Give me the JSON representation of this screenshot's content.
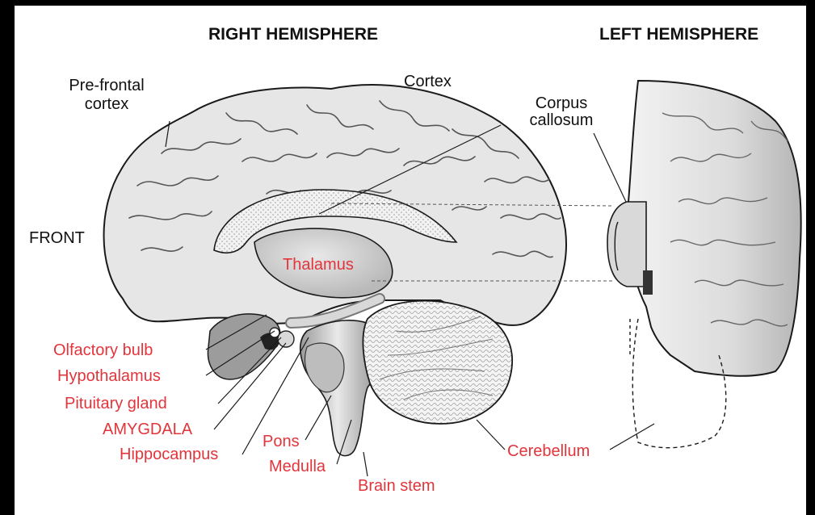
{
  "headers": {
    "right_hemisphere": "RIGHT HEMISPHERE",
    "left_hemisphere": "LEFT HEMISPHERE"
  },
  "labels": {
    "prefrontal_line1": "Pre-frontal",
    "prefrontal_line2": "cortex",
    "cortex": "Cortex",
    "corpus_line1": "Corpus",
    "corpus_line2": "callosum",
    "front": "FRONT",
    "thalamus": "Thalamus",
    "olfactory_bulb": "Olfactory bulb",
    "hypothalamus": "Hypothalamus",
    "pituitary_gland": "Pituitary gland",
    "amygdala": "AMYGDALA",
    "hippocampus": "Hippocampus",
    "pons": "Pons",
    "medulla": "Medulla",
    "brain_stem": "Brain stem",
    "cerebellum": "Cerebellum"
  },
  "colors": {
    "red_label": "#e2353b",
    "black_label": "#111111",
    "brain_fill": "#e6e6e6",
    "brain_stroke": "#1a1a1a"
  }
}
